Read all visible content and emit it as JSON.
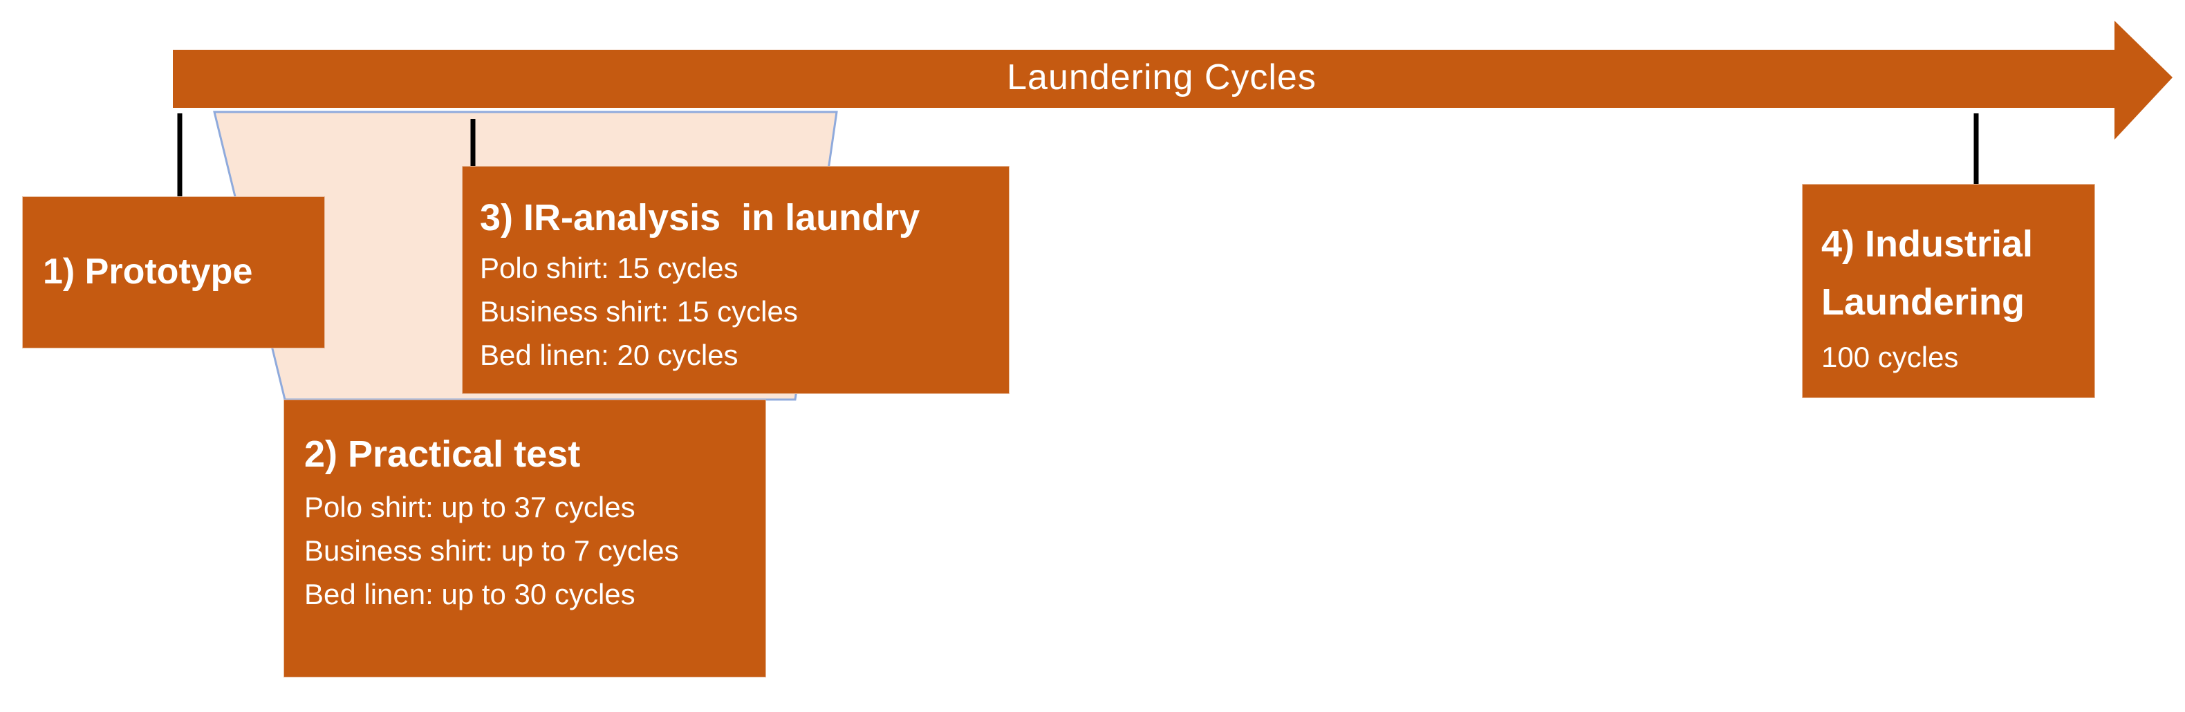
{
  "colors": {
    "accent": "#c55a11",
    "highlight_fill": "#fbe5d6",
    "highlight_stroke": "#8faadc",
    "tick": "#000000",
    "text": "#ffffff"
  },
  "timeline": {
    "label": "Laundering Cycles"
  },
  "stages": [
    {
      "title": "1) Prototype",
      "lines": []
    },
    {
      "title": "2) Practical test",
      "lines": [
        "Polo shirt: up to 37 cycles",
        "Business shirt: up to 7 cycles",
        "Bed linen: up to 30 cycles"
      ]
    },
    {
      "title": "3) IR-analysis  in laundry",
      "lines": [
        "Polo shirt: 15 cycles",
        "Business shirt: 15 cycles",
        "Bed linen: 20 cycles"
      ]
    },
    {
      "title_lines": [
        "4) Industrial",
        "Laundering"
      ],
      "lines": [
        "100 cycles"
      ]
    }
  ]
}
